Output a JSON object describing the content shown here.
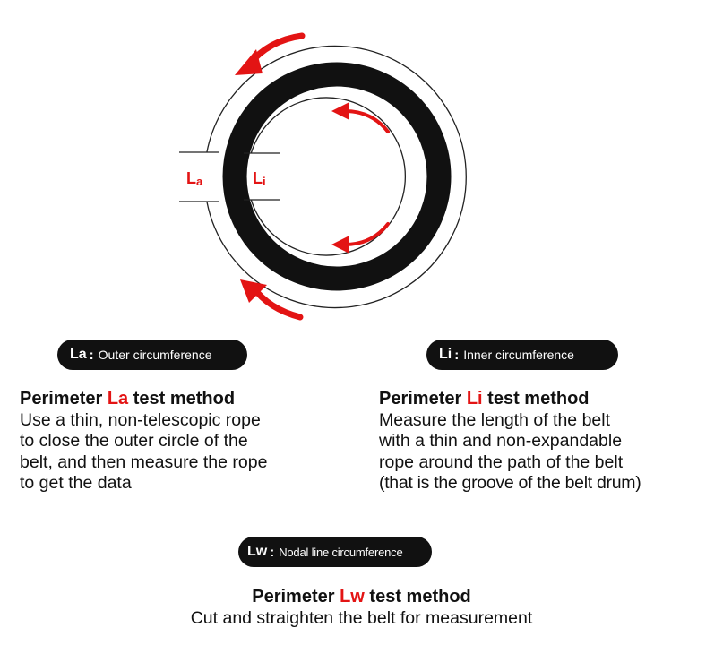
{
  "diagram": {
    "outer_label": {
      "letter": "L",
      "subscript": "a"
    },
    "inner_label": {
      "letter": "L",
      "subscript": "i"
    },
    "colors": {
      "belt": "#111111",
      "arrow": "#e31414",
      "label": "#e31414",
      "ring": "#222222"
    },
    "icons": [
      "circular-arrow-icon"
    ]
  },
  "badges": {
    "la": {
      "code": "La",
      "sep": ":",
      "desc": "Outer circumference"
    },
    "li": {
      "code": "Li",
      "sep": ":",
      "desc": "Inner circumference"
    },
    "lw": {
      "code": "Lw",
      "sep": ":",
      "desc": "Nodal line circumference"
    }
  },
  "methods": {
    "la": {
      "prefix": "Perimeter ",
      "highlight": "La",
      "suffix": " test method",
      "lines": [
        "Use a thin, non-telescopic rope",
        "to close the outer circle of the",
        "belt, and then measure the rope",
        "to get the data"
      ]
    },
    "li": {
      "prefix": "Perimeter ",
      "highlight": "Li",
      "suffix": " test method",
      "lines": [
        "Measure the length of the belt",
        "with a thin and non-expandable",
        "rope around the path of the belt",
        "(that is the groove of the belt drum)"
      ]
    },
    "lw": {
      "prefix": "Perimeter ",
      "highlight": "Lw",
      "suffix": " test method",
      "lines": [
        "Cut and straighten the belt for measurement"
      ]
    }
  }
}
